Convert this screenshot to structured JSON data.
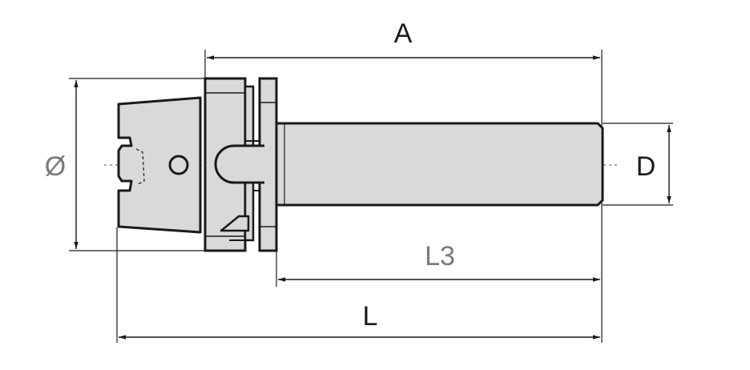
{
  "drawing": {
    "labels": {
      "dim_a": "A",
      "dim_l": "L",
      "dim_l3": "L3",
      "dim_d": "D",
      "dim_diameter": "Ø"
    },
    "colors": {
      "body_fill": "#d9d9d9",
      "outline": "#1a1a1a",
      "dimension_line": "#1a1a1a",
      "label_gray": "#7a7a7a",
      "background": "#ffffff"
    }
  }
}
